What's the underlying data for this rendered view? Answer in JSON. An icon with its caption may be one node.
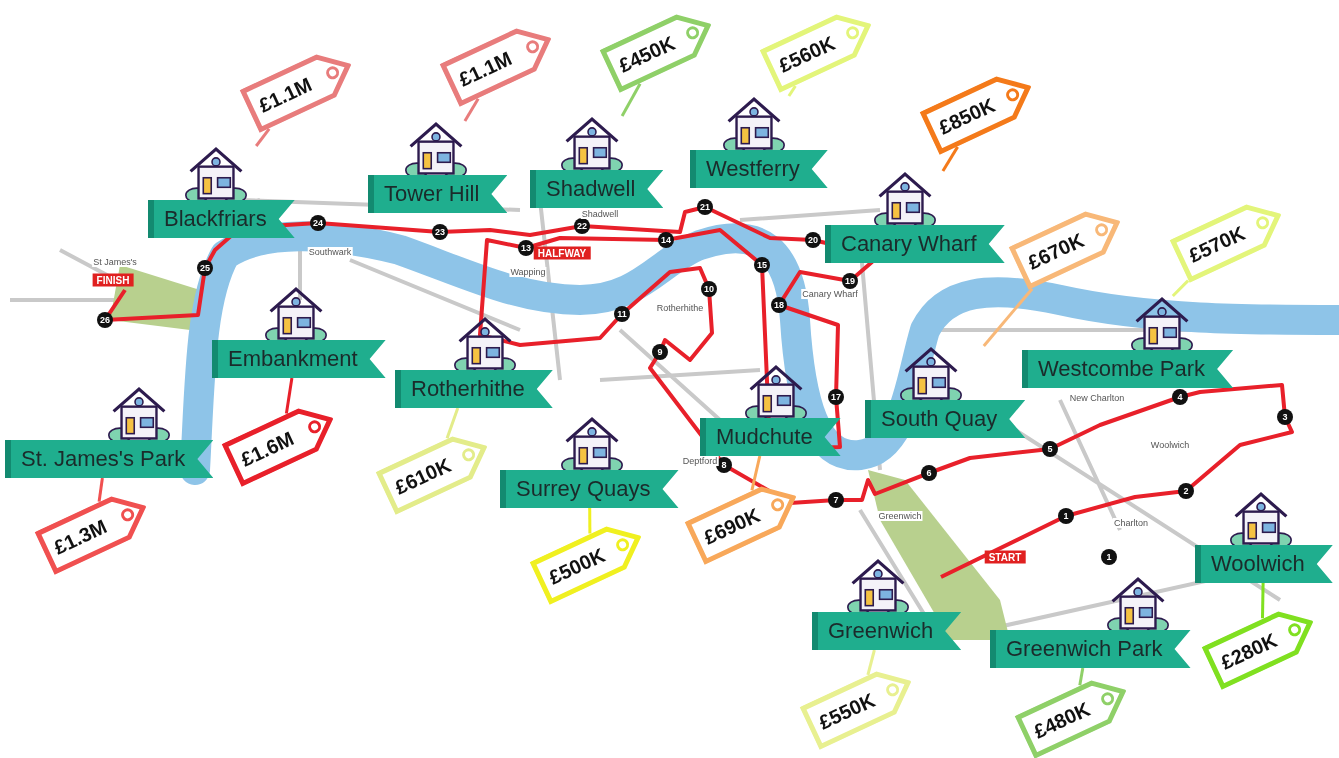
{
  "diagram": {
    "nodes": [
      {
        "text": [
          "Blackfriars"
        ]
      },
      {
        "text": [
          "£1.1M"
        ]
      },
      {
        "text": [
          "Tower Hill"
        ]
      },
      {
        "text": [
          "£1.1M"
        ]
      },
      {
        "text": [
          "Shadwell"
        ]
      },
      {
        "text": [
          "£450K"
        ]
      },
      {
        "text": [
          "Westferry"
        ]
      },
      {
        "text": [
          "£560K"
        ]
      },
      {
        "text": [
          "Canary Wharf"
        ]
      },
      {
        "text": [
          "£850K"
        ]
      },
      {
        "text": [
          "Embankment"
        ]
      },
      {
        "text": [
          "£1.6M"
        ]
      },
      {
        "text": [
          "Rotherhithe"
        ]
      },
      {
        "text": [
          "£610K"
        ]
      },
      {
        "text": [
          "South Quay"
        ]
      },
      {
        "text": [
          "£670K"
        ]
      },
      {
        "text": [
          "Westcombe Park"
        ]
      },
      {
        "text": [
          "£570K"
        ]
      },
      {
        "text": [
          "Mudchute"
        ]
      },
      {
        "text": [
          "£690K"
        ]
      },
      {
        "text": [
          "St. James's Park"
        ]
      },
      {
        "text": [
          "£1.3M"
        ]
      },
      {
        "text": [
          "Surrey Quays"
        ]
      },
      {
        "text": [
          "£500K"
        ]
      },
      {
        "text": [
          "Woolwich"
        ]
      },
      {
        "text": [
          "£280K"
        ]
      },
      {
        "text": [
          "Greenwich"
        ]
      },
      {
        "text": [
          "£550K"
        ]
      },
      {
        "text": [
          "Greenwich Park"
        ]
      },
      {
        "text": [
          "£480K"
        ]
      }
    ],
    "edges": [
      {
        "from": 1,
        "to": 0,
        "arrow": "none",
        "color": "#e87c7c"
      },
      {
        "from": 3,
        "to": 2,
        "arrow": "none",
        "color": "#e87c7c"
      },
      {
        "from": 5,
        "to": 4,
        "arrow": "none",
        "color": "#8fd068"
      },
      {
        "from": 7,
        "to": 6,
        "arrow": "none",
        "color": "#e3f57a"
      },
      {
        "from": 9,
        "to": 8,
        "arrow": "none",
        "color": "#f47a1a"
      },
      {
        "from": 11,
        "to": 10,
        "arrow": "none",
        "color": "#e8202a"
      },
      {
        "from": 13,
        "to": 12,
        "arrow": "none",
        "color": "#e3ec8a"
      },
      {
        "from": 15,
        "to": 14,
        "arrow": "none",
        "color": "#f8b878"
      },
      {
        "from": 17,
        "to": 16,
        "arrow": "none",
        "color": "#e3f57a"
      },
      {
        "from": 19,
        "to": 18,
        "arrow": "none",
        "color": "#f8a85a"
      },
      {
        "from": 21,
        "to": 20,
        "arrow": "none",
        "color": "#f05050"
      },
      {
        "from": 23,
        "to": 22,
        "arrow": "none",
        "color": "#f0f020"
      },
      {
        "from": 25,
        "to": 24,
        "arrow": "none",
        "color": "#80e020"
      },
      {
        "from": 27,
        "to": 26,
        "arrow": "none",
        "color": "#e8f090"
      },
      {
        "from": 29,
        "to": 28,
        "arrow": "none",
        "color": "#8fd068"
      }
    ],
    "labels": [
      "24",
      "23",
      "22",
      "Shadwell",
      "21",
      "St James's",
      "FINISH",
      "Southwark",
      "13",
      "HALFWAY",
      "Wapping",
      "14",
      "20",
      "25",
      "15",
      "19",
      "Canary Wharf",
      "10",
      "18",
      "26",
      "11",
      "Rotherhithe",
      "9",
      "4",
      "New Charlton",
      "3",
      "17",
      "5",
      "Woolwich",
      "8",
      "6",
      "Deptford",
      "7",
      "Greenwich",
      "2",
      "1",
      "Charlton",
      "1",
      "START"
    ]
  }
}
